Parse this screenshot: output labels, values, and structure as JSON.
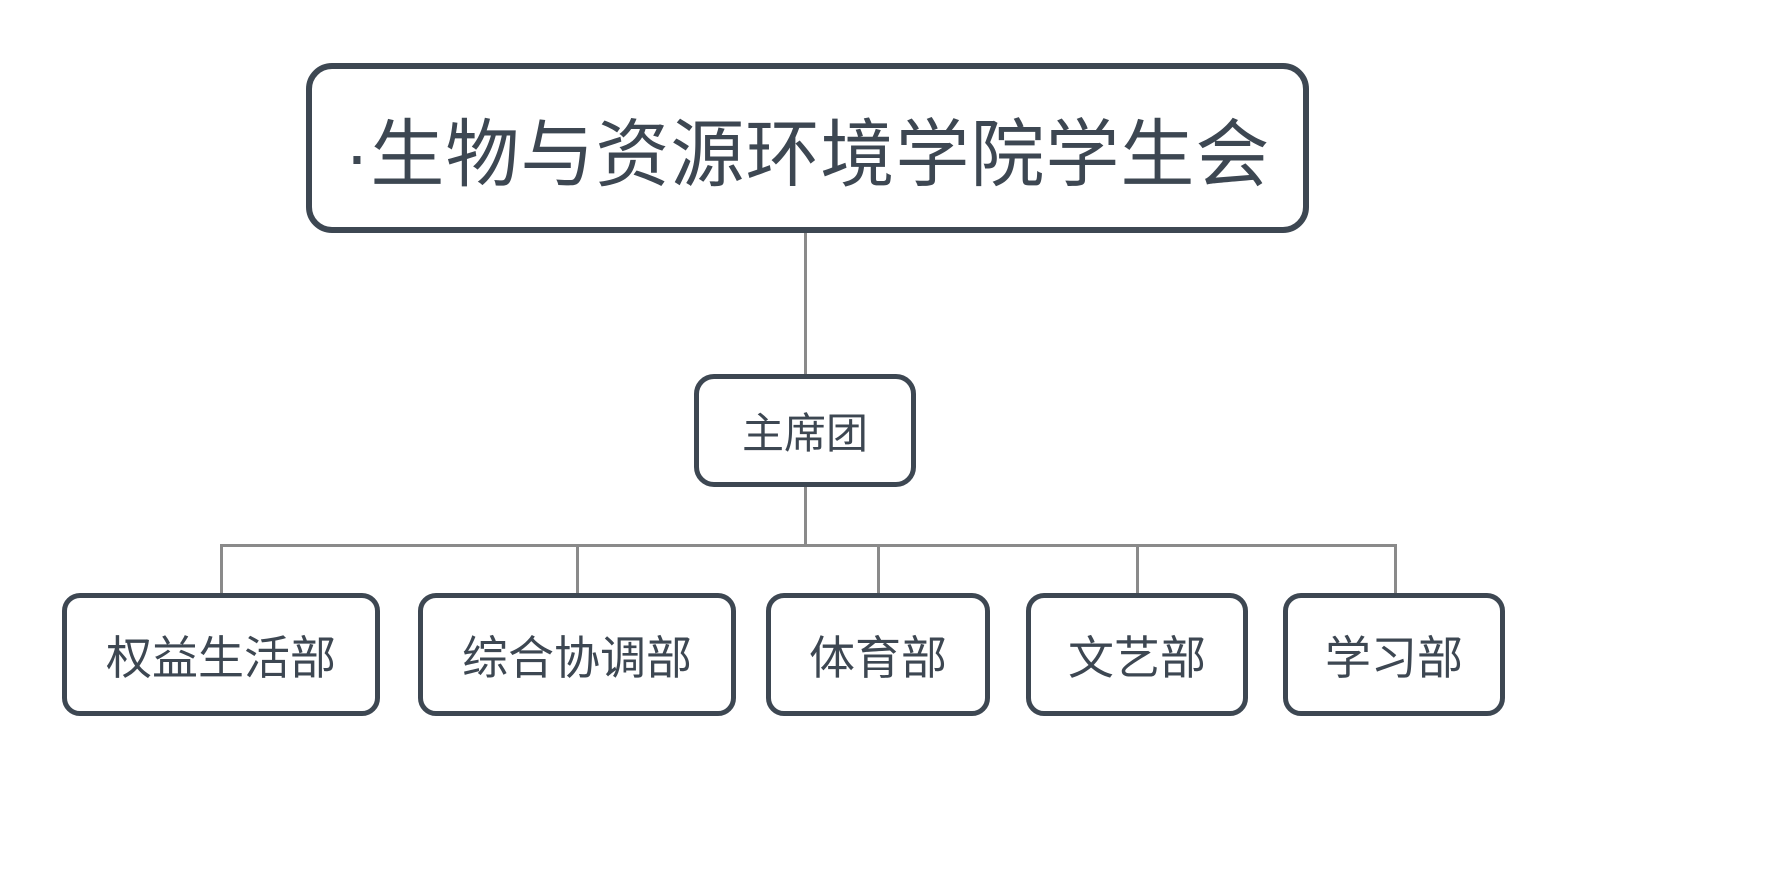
{
  "diagram": {
    "type": "organization-chart",
    "title": "·生物与资源环境学院学生会",
    "colors": {
      "node_border": "#3d4752",
      "node_text": "#3d4752",
      "node_fill": "#ffffff",
      "connector": "#8a8a8a",
      "background": "#ffffff"
    },
    "root": {
      "label": "·生物与资源环境学院学生会"
    },
    "middle": {
      "label": "主席团"
    },
    "departments": [
      {
        "label": "权益生活部"
      },
      {
        "label": "综合协调部"
      },
      {
        "label": "体育部"
      },
      {
        "label": "文艺部"
      },
      {
        "label": "学习部"
      }
    ]
  }
}
